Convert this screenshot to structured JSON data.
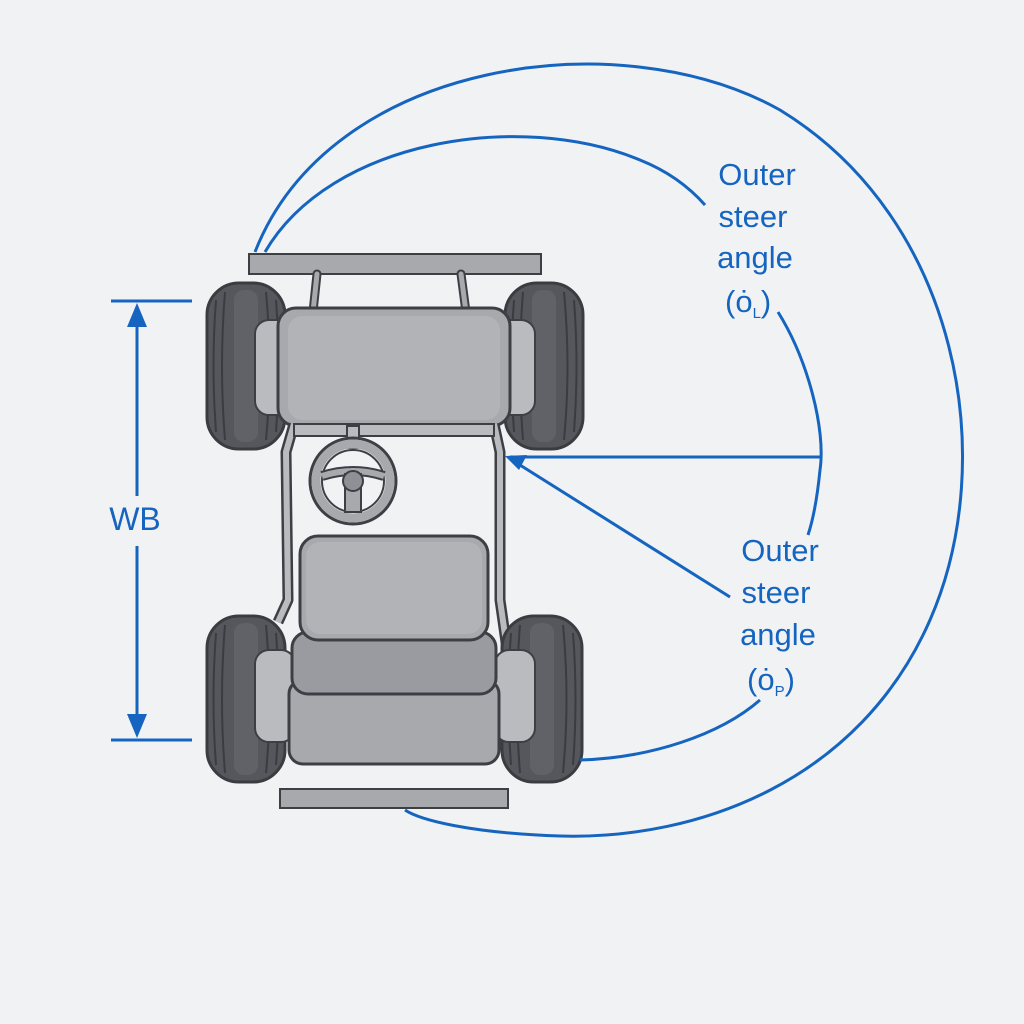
{
  "colors": {
    "background": "#f1f2f4",
    "annotation": "#1565c0",
    "body_fill": "#a7a9ad",
    "body_light": "#b9bbbf",
    "body_dark": "#8e9095",
    "outline": "#3d3f44",
    "tire": "#55575c",
    "tire_dark": "#3a3c40"
  },
  "labels": {
    "wheelbase": "WB",
    "outer_left": {
      "line1": "Outer",
      "line2": "steer",
      "line3": "angle",
      "symbol": "(ȯ",
      "sub": "L",
      "close": ")"
    },
    "outer_right": {
      "line1": "Outer",
      "line2": "steer",
      "line3": "angle",
      "symbol": "(ȯ",
      "sub": "P",
      "close": ")"
    }
  },
  "icons": {
    "steering_wheel": "steering-wheel-icon",
    "wheelbase_arrow": "double-arrow-icon"
  }
}
